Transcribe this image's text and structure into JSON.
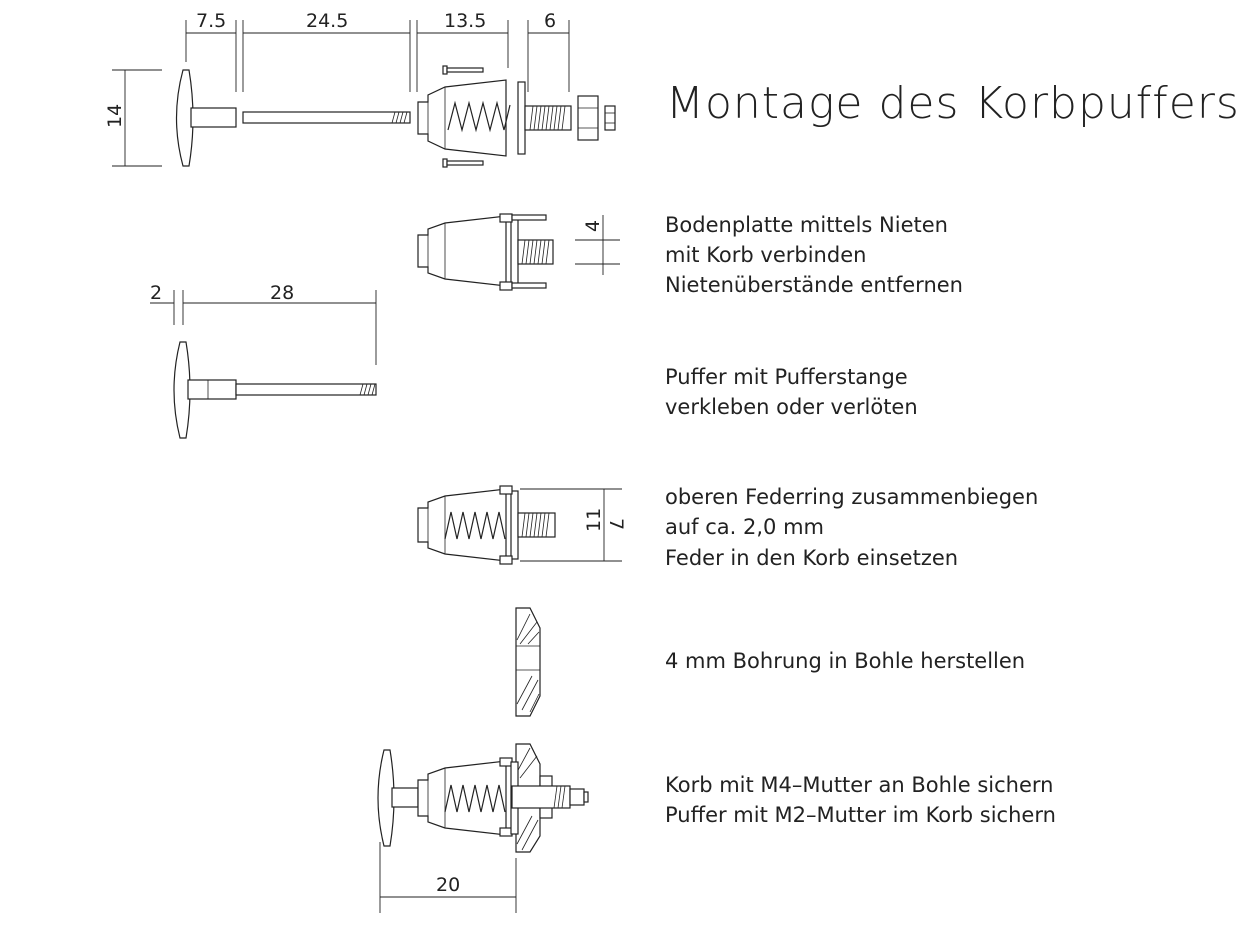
{
  "title": "Montage des Korbpuffers",
  "dimensions": {
    "d_7_5": "7.5",
    "d_24_5": "24.5",
    "d_13_5": "13.5",
    "d_6": "6",
    "d_14": "14",
    "d_4": "4",
    "d_2": "2",
    "d_28": "28",
    "d_11": "11",
    "d_7": "7",
    "d_20": "20"
  },
  "steps": [
    {
      "lines": [
        "Bodenplatte mittels Nieten",
        "mit Korb verbinden",
        "Nietenüberstände entfernen"
      ]
    },
    {
      "lines": [
        "Puffer mit Pufferstange",
        "verkleben oder verlöten"
      ]
    },
    {
      "lines": [
        "oberen Federring zusammenbiegen",
        "auf ca. 2,0 mm",
        "Feder in den Korb einsetzen"
      ]
    },
    {
      "lines": [
        "4 mm Bohrung in Bohle herstellen"
      ]
    },
    {
      "lines": [
        "Korb mit M4–Mutter an Bohle sichern",
        "Puffer mit M2–Mutter im Korb sichern"
      ]
    }
  ]
}
